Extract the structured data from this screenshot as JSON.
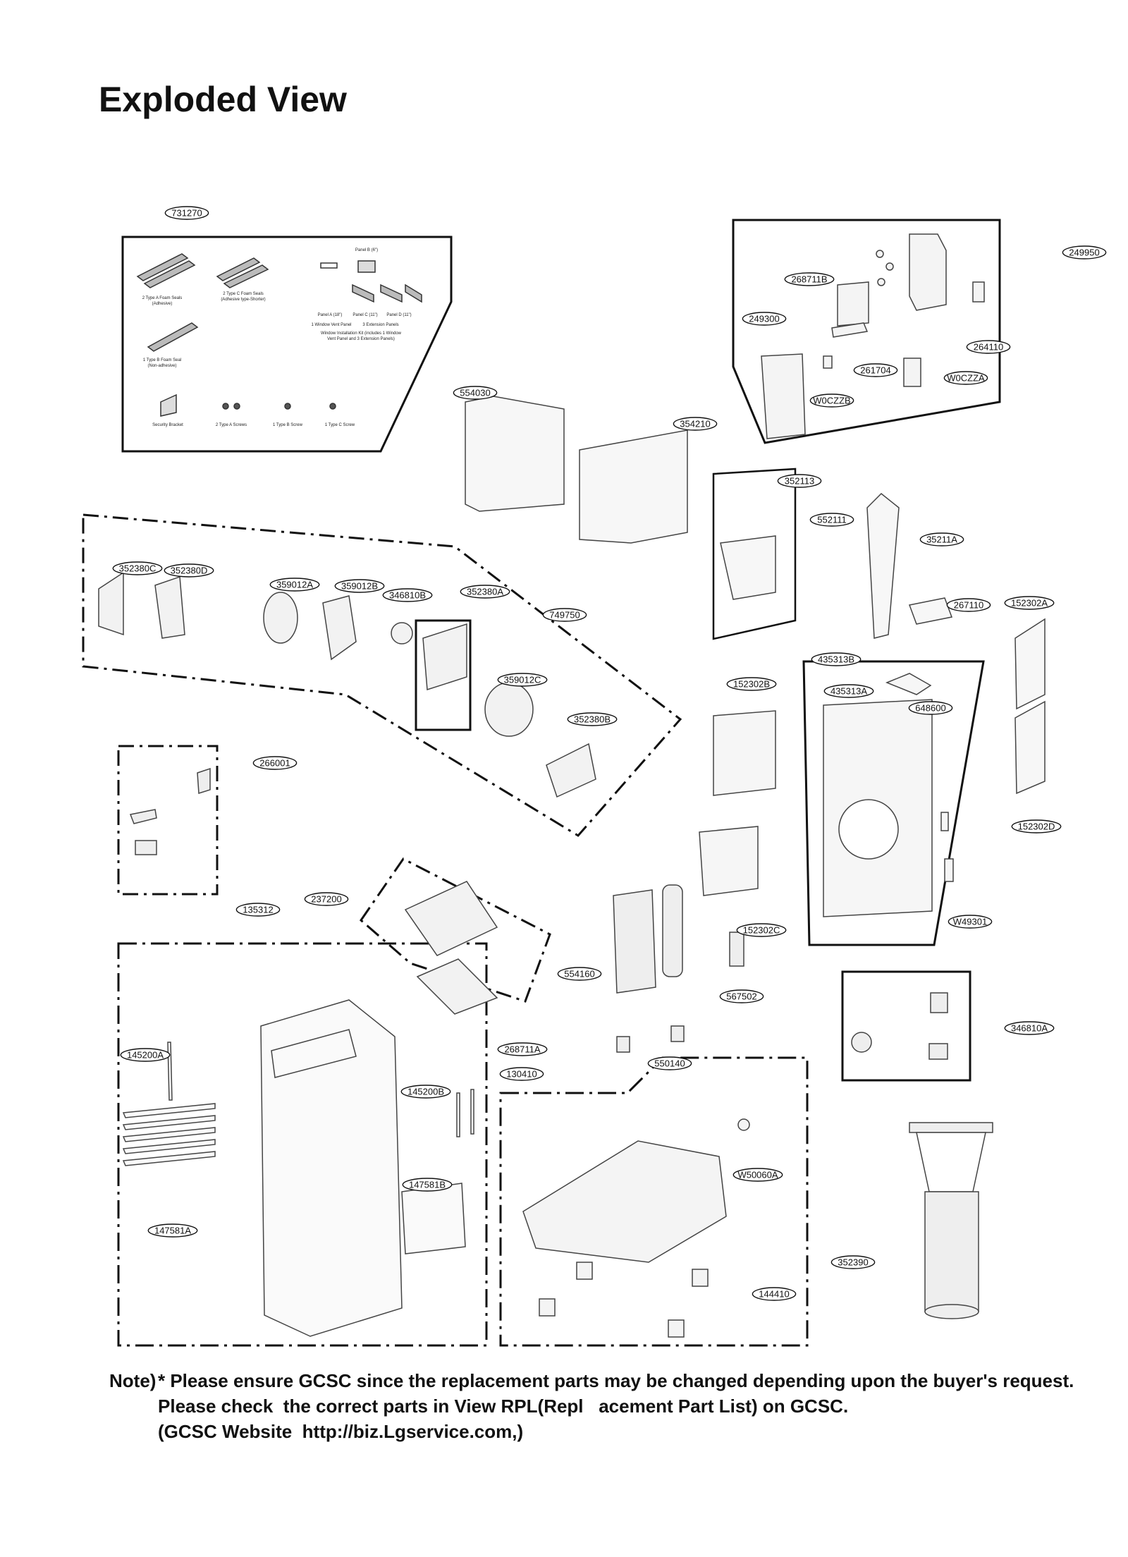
{
  "title": "Exploded View",
  "note": {
    "tag": "Note)",
    "lines": [
      "* Please ensure GCSC since the replacement parts may be changed depending upon the buyer's request.",
      "Please check  the correct parts in View RPL(Repl   acement Part List) on GCSC.",
      "(GCSC Website  http://biz.Lgservice.com,)"
    ]
  },
  "part_labels": [
    "731270",
    "249950",
    "268711B",
    "249300",
    "264110",
    "261704",
    "W0CZZA",
    "W0CZZB",
    "554030",
    "354210",
    "352113",
    "552111",
    "35211A",
    "267110",
    "152302A",
    "352380C",
    "352380D",
    "359012A",
    "359012B",
    "346810B",
    "352380A",
    "749750",
    "359012C",
    "352380B",
    "435313B",
    "435313A",
    "648600",
    "152302B",
    "152302D",
    "266001",
    "237200",
    "135312",
    "W49301",
    "152302C",
    "554160",
    "567502",
    "346810A",
    "268711A",
    "550140",
    "145200A",
    "145200B",
    "130410",
    "147581B",
    "W50060A",
    "147581A",
    "144410",
    "352390"
  ],
  "kit_text": {
    "panel_b": "Panel B (6\")",
    "seal_a": "2 Type A Foam Seals",
    "seal_a_sub": "(Adhesive)",
    "seal_c": "2 Type C Foam Seals",
    "seal_c_sub": "(Adhesive type-Shorter)",
    "panel_a": "Panel A (18\")",
    "panel_c": "Panel C (11\")",
    "panel_d": "Panel D (11\")",
    "vent_panel": "1 Window Vent Panel",
    "ext_panels": "3 Extension Panels",
    "install_kit": "Window Installation Kit (includes 1 Window",
    "install_kit_2": "Vent Panel and 3 Extension Panels)",
    "seal_b": "1 Type B Foam Seal",
    "seal_b_sub": "(Non-adhesive)",
    "bracket": "Security Bracket",
    "screws_a": "2 Type A Screws",
    "screw_b": "1 Type B Screw",
    "screw_c": "1 Type C Screw"
  }
}
